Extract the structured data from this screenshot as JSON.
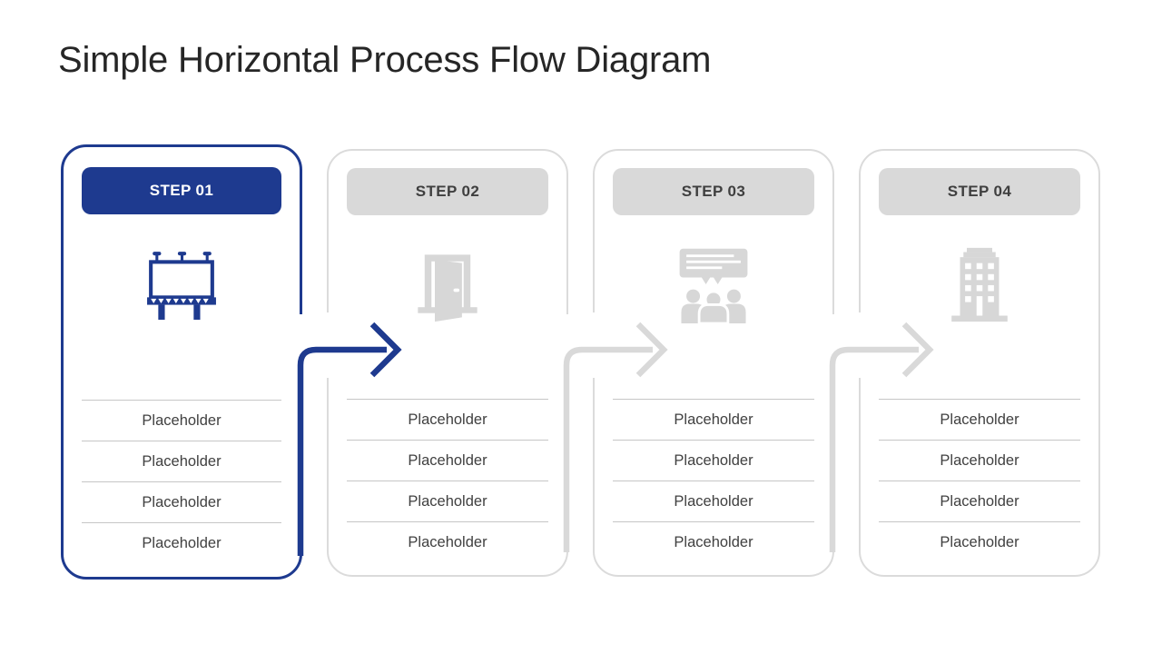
{
  "title": "Simple Horizontal Process Flow Diagram",
  "colors": {
    "accent_blue": "#1e3a8f",
    "gray_fill": "#d9d9d9",
    "gray_border": "#dbdbdb",
    "icon_gray": "#d7d7d7",
    "divider": "#c6c6c6",
    "text_dark": "#404040",
    "title_color": "#262626"
  },
  "steps": [
    {
      "label": "STEP 01",
      "active": true,
      "icon": "billboard-icon",
      "items": [
        "Placeholder",
        "Placeholder",
        "Placeholder",
        "Placeholder"
      ]
    },
    {
      "label": "STEP 02",
      "active": false,
      "icon": "open-door-icon",
      "items": [
        "Placeholder",
        "Placeholder",
        "Placeholder",
        "Placeholder"
      ]
    },
    {
      "label": "STEP 03",
      "active": false,
      "icon": "presentation-audience-icon",
      "items": [
        "Placeholder",
        "Placeholder",
        "Placeholder",
        "Placeholder"
      ]
    },
    {
      "label": "STEP 04",
      "active": false,
      "icon": "office-building-icon",
      "items": [
        "Placeholder",
        "Placeholder",
        "Placeholder",
        "Placeholder"
      ]
    }
  ],
  "connectors": [
    {
      "from": "STEP 01",
      "to": "STEP 02",
      "style": "active"
    },
    {
      "from": "STEP 02",
      "to": "STEP 03",
      "style": "inactive"
    },
    {
      "from": "STEP 03",
      "to": "STEP 04",
      "style": "inactive"
    }
  ]
}
